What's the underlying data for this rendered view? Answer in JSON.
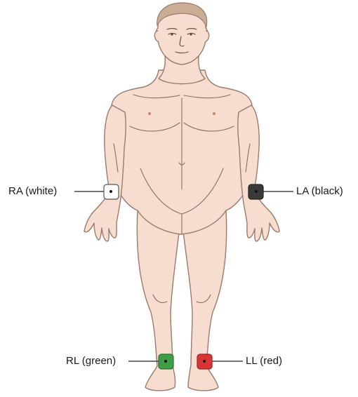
{
  "electrodes": {
    "ra": {
      "label": "RA (white)",
      "color": "#ffffff"
    },
    "la": {
      "label": "LA (black)",
      "color": "#3a3a3a"
    },
    "rl": {
      "label": "RL (green)",
      "color": "#3d9e45"
    },
    "ll": {
      "label": "LL (red)",
      "color": "#d93535"
    }
  }
}
